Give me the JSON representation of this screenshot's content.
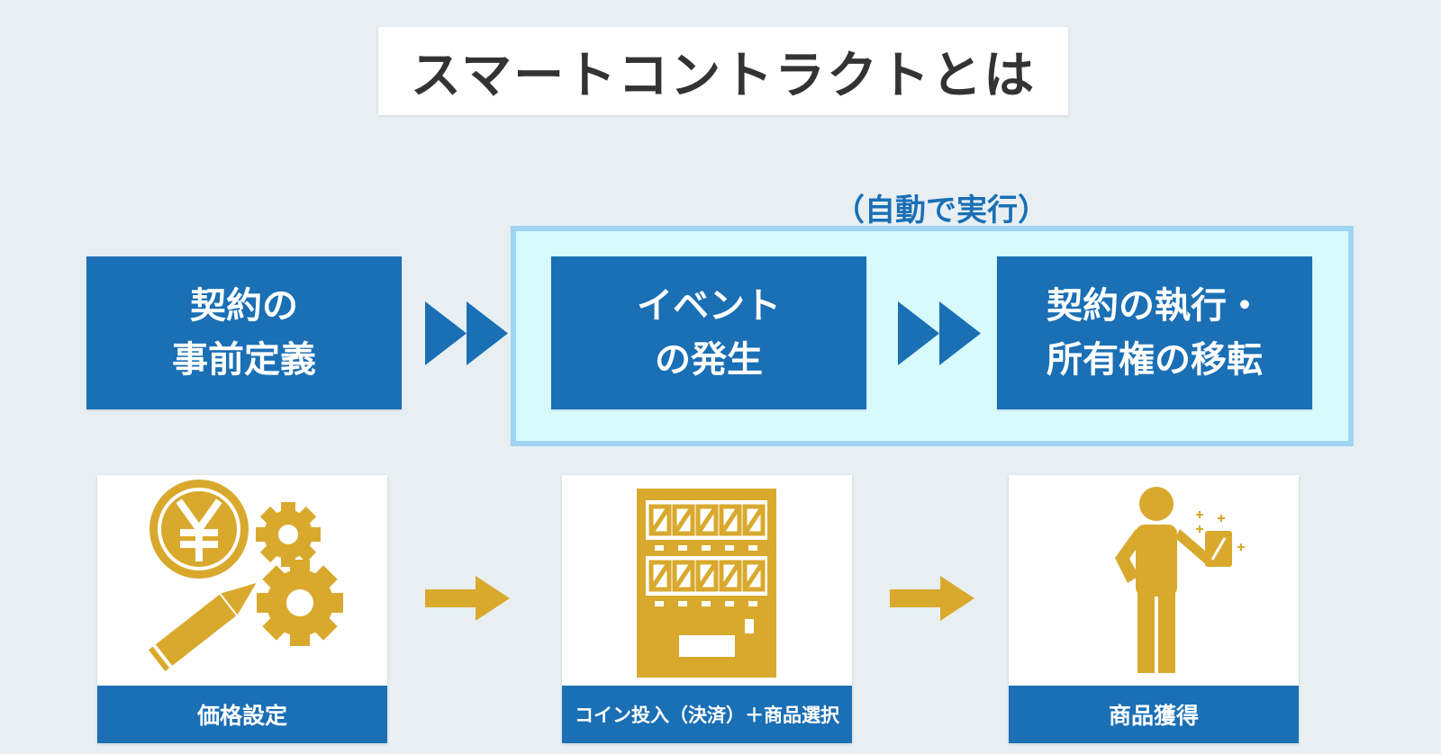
{
  "title": "スマートコントラクトとは",
  "auto_label": "（自動で実行）",
  "steps": [
    {
      "text": "契約の\n事前定義"
    },
    {
      "text": "イベント\nの発生"
    },
    {
      "text": "契約の執行・\n所有権の移転"
    }
  ],
  "examples": [
    {
      "label": "価格設定",
      "icon": "yen-gears-pencil-icon"
    },
    {
      "label": "コイン投入（決済）＋商品選択",
      "icon": "vending-machine-icon"
    },
    {
      "label": "商品獲得",
      "icon": "person-holding-item-icon"
    }
  ],
  "colors": {
    "primary_blue": "#1a6fb5",
    "gold": "#d9a92e",
    "auto_frame_fill": "#d7fbfd",
    "auto_frame_border": "#9fd4f2",
    "background": "#e8eff3"
  }
}
